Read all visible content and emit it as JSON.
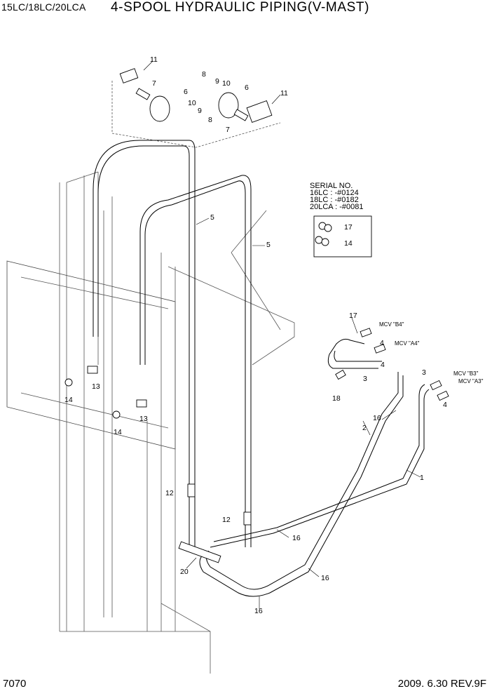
{
  "header": {
    "model": "15LC/18LC/20LCA",
    "title": "4-SPOOL HYDRAULIC PIPING(V-MAST)"
  },
  "footer": {
    "page": "7070",
    "date_rev": "2009. 6.30  REV.9F"
  },
  "serial_box": {
    "title": "SERIAL NO.",
    "lines": [
      "16LC : -#0124",
      "18LC : -#0182",
      "20LCA : -#0081"
    ]
  },
  "callouts": [
    "11",
    "7",
    "8",
    "9",
    "10",
    "6",
    "6",
    "10",
    "9",
    "8",
    "11",
    "7",
    "5",
    "5",
    "17",
    "14",
    "17",
    "4",
    "4",
    "3",
    "3",
    "4",
    "18",
    "16",
    "2",
    "1",
    "13",
    "13",
    "14",
    "14",
    "12",
    "12",
    "16",
    "20",
    "16",
    "16"
  ],
  "mcv_labels": [
    "MCV \"B4\"",
    "MCV \"A4\"",
    "MCV \"B3\"",
    "MCV \"A3\""
  ]
}
